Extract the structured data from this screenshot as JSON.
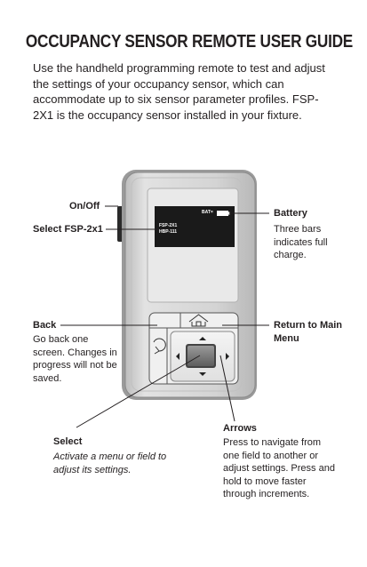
{
  "title": "OCCUPANCY SENSOR REMOTE USER GUIDE",
  "intro": "Use the handheld programming remote to test and adjust the settings of your occupancy sensor, which can accommodate up to six sensor parameter profiles. FSP-2X1 is the occupancy sensor installed in your fixture.",
  "screen": {
    "battery_label": "BAT=",
    "line1": "FSP-2X1",
    "line2": "HBP-111"
  },
  "callouts": {
    "on_off": {
      "label": "On/Off"
    },
    "select_fsp": {
      "label": "Select FSP-2x1"
    },
    "battery": {
      "label": "Battery",
      "desc": "Three bars indicates full charge."
    },
    "back": {
      "label": "Back",
      "desc": "Go back one screen. Changes in progress will not be saved."
    },
    "return": {
      "label": "Return to Main Menu"
    },
    "arrows": {
      "label": "Arrows",
      "desc": "Press to navigate from one field to another or adjust settings. Press and hold to move faster through increments."
    },
    "select": {
      "label": "Select",
      "desc": "Activate a menu or field to adjust its settings."
    }
  },
  "colors": {
    "device_body": "#d0d0d0",
    "screen": "#1a1a1a",
    "text": "#231f20"
  }
}
